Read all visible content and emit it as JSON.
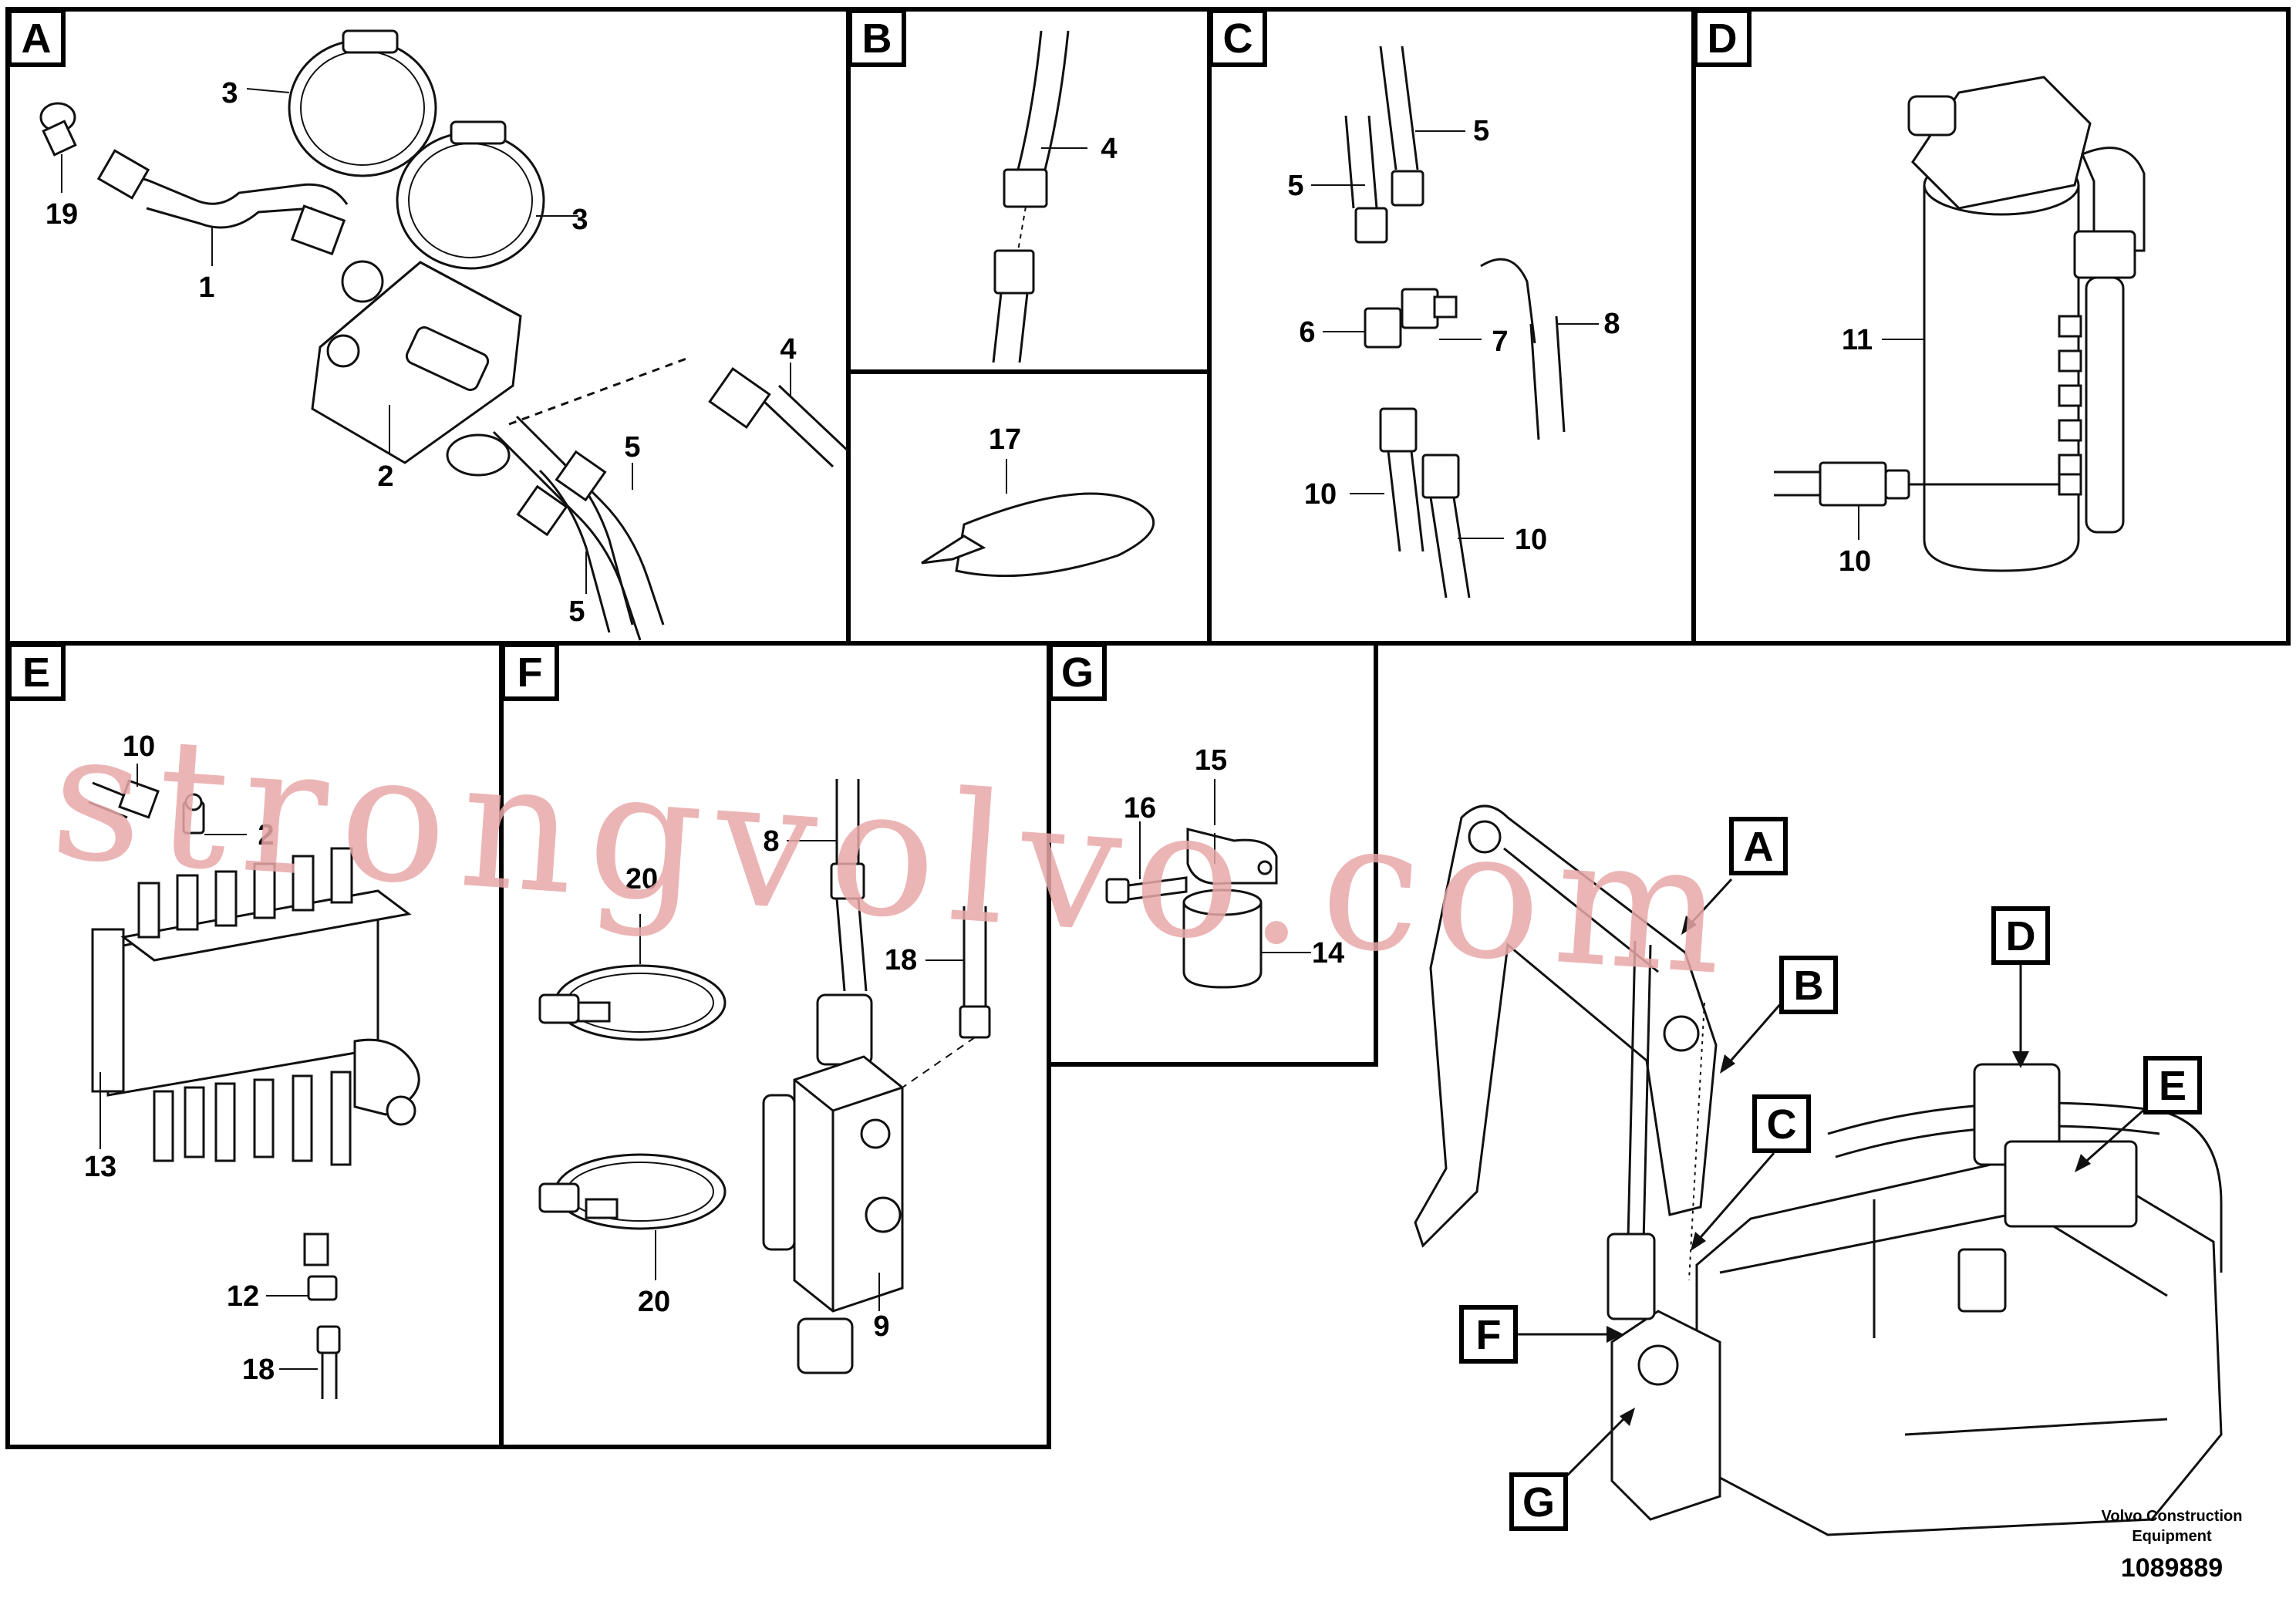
{
  "panels": [
    {
      "id": "A",
      "label": "A"
    },
    {
      "id": "B",
      "label": "B"
    },
    {
      "id": "C",
      "label": "C"
    },
    {
      "id": "D",
      "label": "D"
    },
    {
      "id": "E",
      "label": "E"
    },
    {
      "id": "F",
      "label": "F"
    },
    {
      "id": "G",
      "label": "G"
    }
  ],
  "callouts": {
    "a_19": "19",
    "a_1": "1",
    "a_3a": "3",
    "a_3b": "3",
    "a_2": "2",
    "a_4": "4",
    "a_5a": "5",
    "a_5b": "5",
    "b_4": "4",
    "b_17": "17",
    "c_5a": "5",
    "c_5b": "5",
    "c_6": "6",
    "c_7": "7",
    "c_8": "8",
    "c_10a": "10",
    "c_10b": "10",
    "d_11": "11",
    "d_10": "10",
    "e_10": "10",
    "e_2": "2",
    "e_13": "13",
    "e_12": "12",
    "e_18": "18",
    "f_8": "8",
    "f_20a": "20",
    "f_18": "18",
    "f_20b": "20",
    "f_9": "9",
    "g_15": "15",
    "g_16": "16",
    "g_14": "14"
  },
  "overview_labels": [
    "A",
    "B",
    "C",
    "D",
    "E",
    "F",
    "G"
  ],
  "watermark": "strongvolvo.com",
  "footer": {
    "company_line1": "Volvo Construction",
    "company_line2": "Equipment",
    "drawing_number": "1089889"
  },
  "colors": {
    "line": "#111111",
    "watermark": "#e9a9a9",
    "background": "#ffffff"
  }
}
